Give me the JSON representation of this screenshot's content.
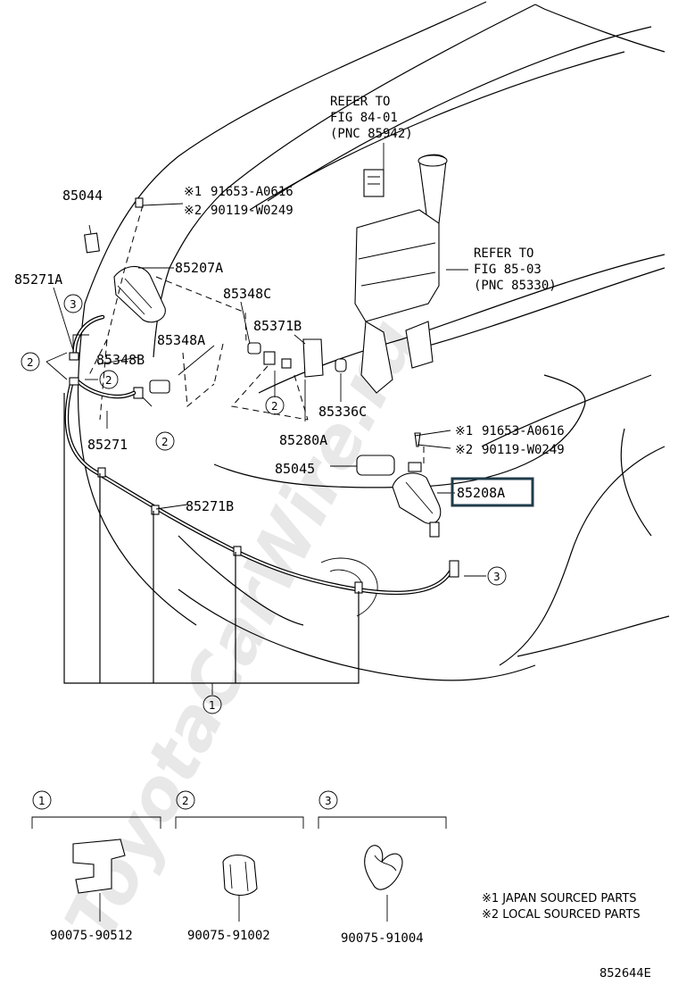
{
  "watermark": "ToyotaCarWire.ru",
  "refer_blocks": [
    {
      "id": "refer-84",
      "lines": [
        "REFER TO",
        "FIG 84-01",
        "(PNC 85942)"
      ]
    },
    {
      "id": "refer-85",
      "lines": [
        "REFER TO",
        "FIG 85-03",
        "(PNC 85330)"
      ]
    }
  ],
  "part_labels": [
    {
      "id": "85044",
      "text": "85044"
    },
    {
      "id": "85271A",
      "text": "85271A"
    },
    {
      "id": "85207A",
      "text": "85207A"
    },
    {
      "id": "85348C",
      "text": "85348C"
    },
    {
      "id": "85371B",
      "text": "85371B"
    },
    {
      "id": "85348A",
      "text": "85348A"
    },
    {
      "id": "85348B",
      "text": "85348B"
    },
    {
      "id": "85336C",
      "text": "85336C"
    },
    {
      "id": "85271",
      "text": "85271"
    },
    {
      "id": "85280A",
      "text": "85280A"
    },
    {
      "id": "85045",
      "text": "85045"
    },
    {
      "id": "85208A",
      "text": "85208A"
    },
    {
      "id": "85271B",
      "text": "85271B"
    }
  ],
  "source_notes_top": [
    {
      "mark": "※1",
      "code": "91653-A0616"
    },
    {
      "mark": "※2",
      "code": "90119-W0249"
    }
  ],
  "source_notes_mid": [
    {
      "mark": "※1",
      "code": "91653-A0616"
    },
    {
      "mark": "※2",
      "code": "90119-W0249"
    }
  ],
  "callouts": [
    "1",
    "2",
    "3"
  ],
  "legend_items": [
    {
      "key": "1",
      "part_no": "90075-90512"
    },
    {
      "key": "2",
      "part_no": "90075-91002"
    },
    {
      "key": "3",
      "part_no": "90075-91004"
    }
  ],
  "footnotes": [
    "※1 JAPAN SOURCED PARTS",
    "※2 LOCAL SOURCED PARTS"
  ],
  "figure_id": "852644E",
  "highlight": {
    "part": "85208A",
    "color": "#1f3b4a"
  }
}
